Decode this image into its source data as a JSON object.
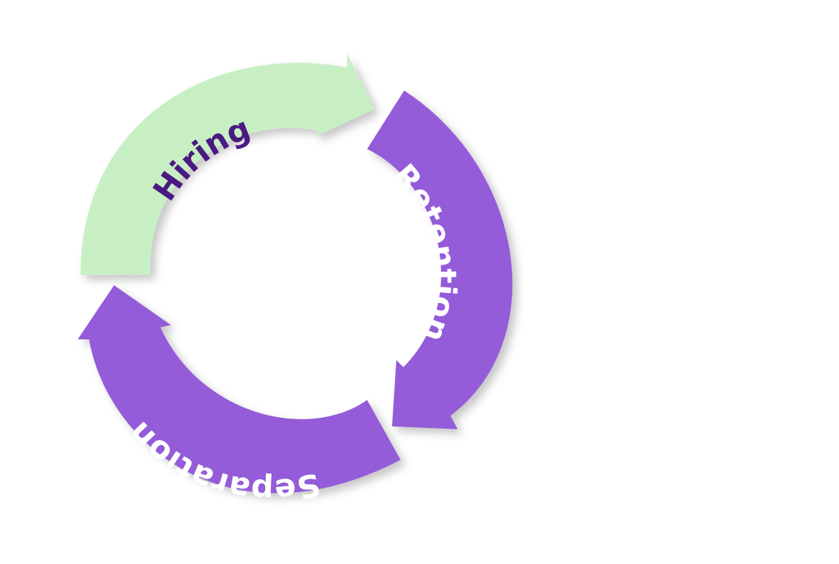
{
  "diagram": {
    "type": "cycle",
    "segments": [
      {
        "id": "hiring",
        "label": "Hiring",
        "fill": "#c8efc4",
        "text_color": "#4a1a82"
      },
      {
        "id": "retention",
        "label": "Retention",
        "fill": "#945bd8",
        "text_color": "#ffffff"
      },
      {
        "id": "separation",
        "label": "Separation",
        "fill": "#945bd8",
        "text_color": "#ffffff"
      }
    ]
  }
}
